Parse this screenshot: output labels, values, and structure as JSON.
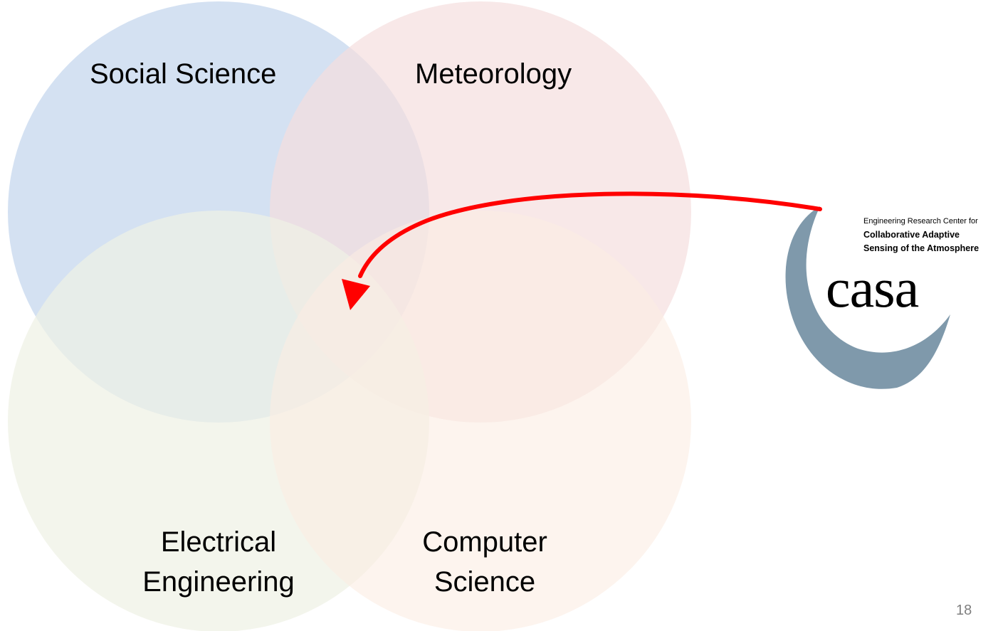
{
  "diagram": {
    "circles": [
      {
        "id": "social-science",
        "lines": [
          "Social Science"
        ],
        "color": "#c5d7ee"
      },
      {
        "id": "meteorology",
        "lines": [
          "Meteorology"
        ],
        "color": "#f5dede"
      },
      {
        "id": "electrical-engineering",
        "lines": [
          "Electrical",
          "Engineering"
        ],
        "color": "#eef1e4"
      },
      {
        "id": "computer-science",
        "lines": [
          "Computer",
          "Science"
        ],
        "color": "#fbece2"
      }
    ],
    "arrow_color": "#ff0000"
  },
  "logo": {
    "line1": "Engineering Research Center for",
    "line2": "Collaborative Adaptive",
    "line3": "Sensing of the Atmosphere",
    "wordmark": "casa",
    "swoosh_color": "#7f99ab"
  },
  "page_number": "18"
}
